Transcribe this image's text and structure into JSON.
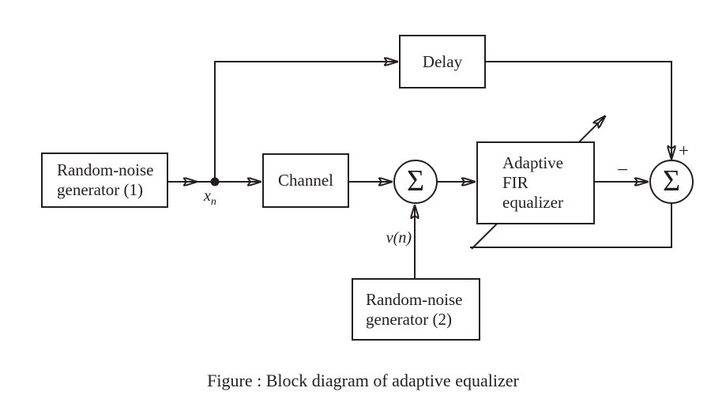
{
  "figure": {
    "caption": "Figure : Block diagram of adaptive equalizer"
  },
  "blocks": {
    "rng1_line1": "Random-noise",
    "rng1_line2": "generator (1)",
    "channel": "Channel",
    "delay": "Delay",
    "eq_line1": "Adaptive",
    "eq_line2": "FIR",
    "eq_line3": "equalizer",
    "rng2_line1": "Random-noise",
    "rng2_line2": "generator (2)"
  },
  "summers": {
    "summer1": "Σ",
    "summer2": "Σ"
  },
  "labels": {
    "xn_base": "x",
    "xn_sub": "n",
    "vn": "v(n)",
    "plus": "+",
    "minus": "−"
  },
  "colors": {
    "ink": "#231f20",
    "background": "#ffffff"
  }
}
